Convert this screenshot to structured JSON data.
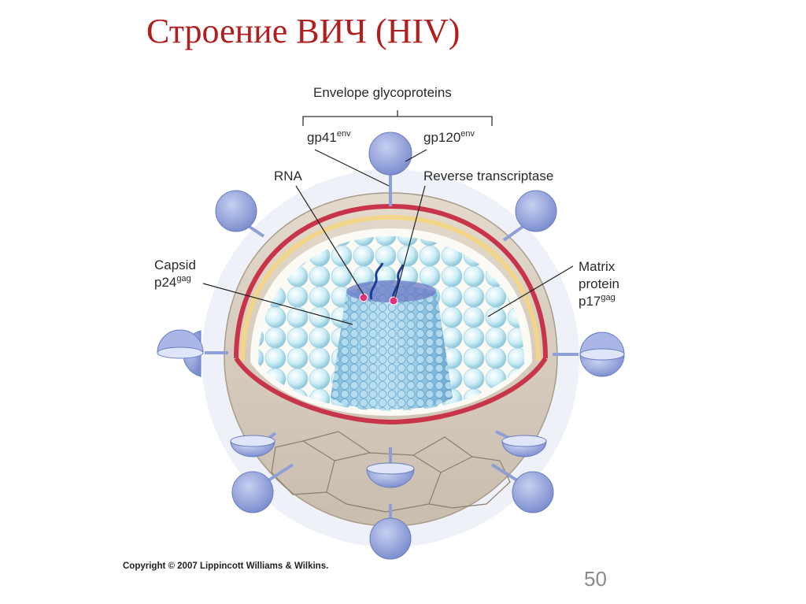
{
  "slide": {
    "title": "Строение ВИЧ (HIV)",
    "page_number": "50"
  },
  "diagram": {
    "labels": {
      "envelope_glycoproteins": "Envelope glycoproteins",
      "gp41": "gp41",
      "gp41_sup": "env",
      "gp120": "gp120",
      "gp120_sup": "env",
      "rna": "RNA",
      "reverse_transcriptase": "Reverse transcriptase",
      "capsid_line1": "Capsid",
      "capsid_line2": "p24",
      "capsid_sup": "gag",
      "matrix_line1": "Matrix",
      "matrix_line2": "protein",
      "matrix_line3": "p17",
      "matrix_sup": "gag"
    },
    "colors": {
      "envelope": "#d9cfc2",
      "membrane_red": "#c8344a",
      "glycoprotein": "#8e9fd6",
      "matrix_sphere": "#bfe6f0",
      "capsid": "#9fd4ea",
      "rna": "#1a3f9a",
      "enzyme": "#e0307a"
    },
    "copyright": "Copyright © 2007 Lippincott Williams & Wilkins."
  }
}
